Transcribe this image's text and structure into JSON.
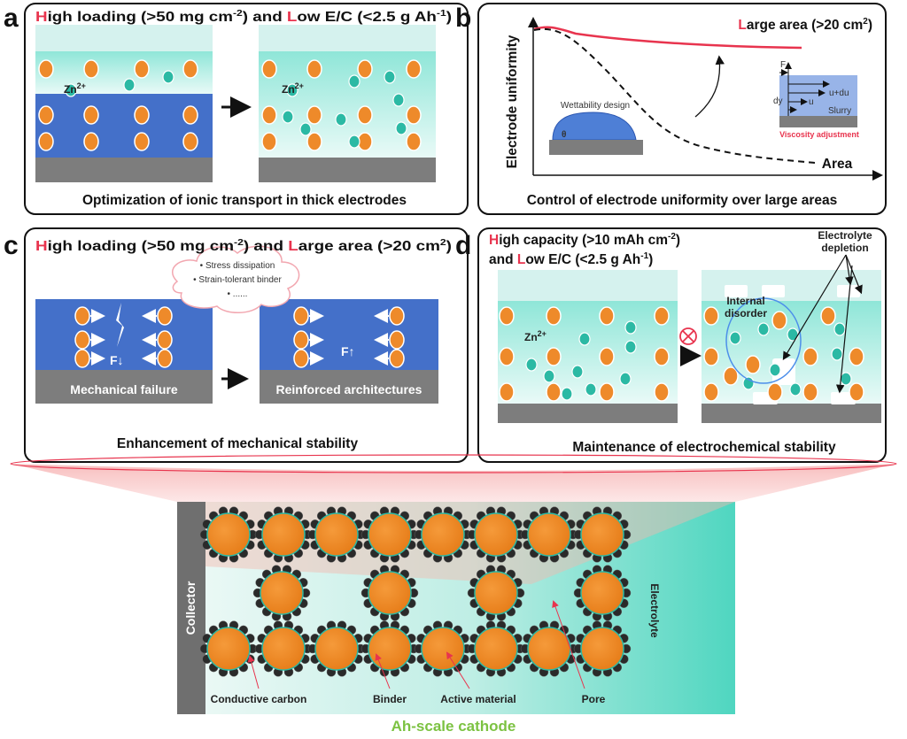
{
  "panels": {
    "a": {
      "label": "a",
      "title": {
        "h": "H",
        "t1": "igh loading  (>50 mg cm",
        "s1": "-2",
        "t2": ")  and ",
        "l": "L",
        "t3": "ow E/C (<2.5 g Ah",
        "s2": "-1",
        "t4": ")"
      },
      "ion": "Zn",
      "ion_charge": "2+",
      "caption": "Optimization of ionic transport in thick electrodes"
    },
    "b": {
      "label": "b",
      "title": {
        "l": "L",
        "t1": "arge area (>20 cm",
        "s1": "2",
        "t2": ")"
      },
      "y_axis_label": "Electrode uniformity",
      "x_axis_label": "Area",
      "wettability_label": "Wettability design",
      "theta": "θ",
      "viscosity": {
        "f": "F",
        "top": "u+du",
        "mid": "u",
        "dy": "dy",
        "slurry": "Slurry",
        "label": "Viscosity adjustment"
      },
      "caption": "Control of electrode uniformity over large areas"
    },
    "c": {
      "label": "c",
      "title": {
        "h": "H",
        "t1": "igh loading  (>50 mg cm",
        "s1": "-2",
        "t2": ")  and ",
        "l": "L",
        "t3": "arge area (>20 cm",
        "s2": "2",
        "t4": ")"
      },
      "cloud": [
        "• Stress dissipation",
        "• Strain-tolerant binder",
        "• ......"
      ],
      "force_down": "F↓",
      "force_up": "F↑",
      "left_label": "Mechanical failure",
      "right_label": "Reinforced architectures",
      "caption": "Enhancement of mechanical stability"
    },
    "d": {
      "label": "d",
      "title1": {
        "h": "H",
        "t1": "igh capacity (>10 mAh cm",
        "s1": "-2",
        "t2": ")"
      },
      "title2": {
        "t0": "and ",
        "l": "L",
        "t1": "ow E/C (<2.5 g Ah",
        "s1": "-1",
        "t2": ")"
      },
      "ion": "Zn",
      "ion_charge": "2+",
      "internal_disorder": [
        "Internal",
        "disorder"
      ],
      "depletion": [
        "Electrolyte",
        "depletion"
      ],
      "caption": "Maintenance of electrochemical stability"
    }
  },
  "cathode": {
    "collector": "Collector",
    "electrolyte": "Electrolyte",
    "labels": [
      "Conductive carbon",
      "Binder",
      "Active material",
      "Pore"
    ],
    "title": "Ah-scale cathode"
  },
  "colors": {
    "accent_red": "#e8344e",
    "orange": "#ee8a2a",
    "teal": "#2bb9a4",
    "blue": "#4470c9",
    "green_title": "#7cc242"
  }
}
